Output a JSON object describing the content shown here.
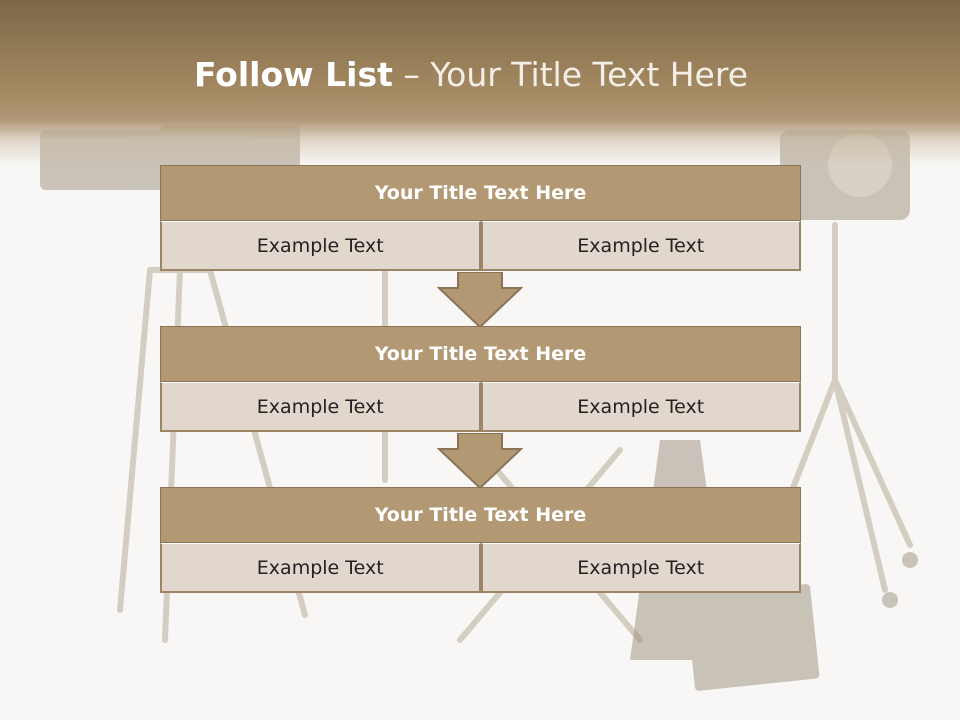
{
  "slide": {
    "title_bold": "Follow List",
    "title_rest": "– Your Title Text Here"
  },
  "blocks": [
    {
      "title": "Your Title Text Here",
      "left": "Example Text",
      "right": "Example Text"
    },
    {
      "title": "Your Title Text Here",
      "left": "Example Text",
      "right": "Example Text"
    },
    {
      "title": "Your Title Text Here",
      "left": "Example Text",
      "right": "Example Text"
    }
  ],
  "colors": {
    "header": "#a68b63",
    "block_title": "#b29873",
    "block_cell": "#e1d7cd",
    "arrow": "#b29873"
  },
  "background_image": "film-set-equipment-illustration"
}
